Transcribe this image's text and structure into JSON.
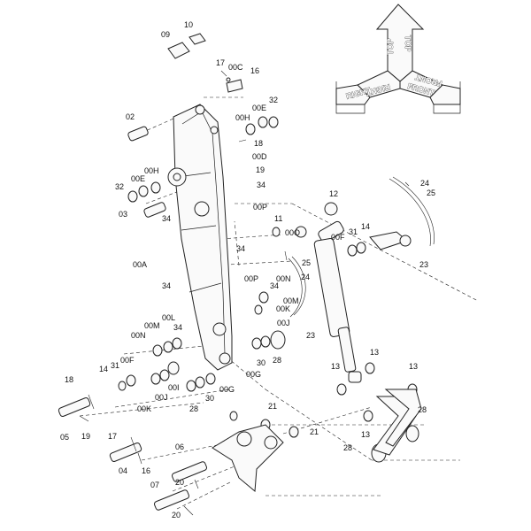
{
  "orientation": {
    "top_left": "TOP",
    "top_right": "TOP",
    "right_left": "RIGHT",
    "right_mirror": "RIGHT",
    "front": "FRONT",
    "front_mirror": "FRONT"
  },
  "callouts": [
    {
      "id": "c-10",
      "text": "10"
    },
    {
      "id": "c-09",
      "text": "09"
    },
    {
      "id": "c-17a",
      "text": "17"
    },
    {
      "id": "c-00C",
      "text": "00C"
    },
    {
      "id": "c-16a",
      "text": "16"
    },
    {
      "id": "c-32a",
      "text": "32"
    },
    {
      "id": "c-00E-a",
      "text": "00E"
    },
    {
      "id": "c-00H-a",
      "text": "00H"
    },
    {
      "id": "c-02",
      "text": "02"
    },
    {
      "id": "c-18a",
      "text": "18"
    },
    {
      "id": "c-00D",
      "text": "00D"
    },
    {
      "id": "c-19a",
      "text": "19"
    },
    {
      "id": "c-34a",
      "text": "34"
    },
    {
      "id": "c-00H-b",
      "text": "00H"
    },
    {
      "id": "c-00E-b",
      "text": "00E"
    },
    {
      "id": "c-32b",
      "text": "32"
    },
    {
      "id": "c-03",
      "text": "03"
    },
    {
      "id": "c-34b",
      "text": "34"
    },
    {
      "id": "c-00P-a",
      "text": "00P"
    },
    {
      "id": "c-12",
      "text": "12"
    },
    {
      "id": "c-11",
      "text": "11"
    },
    {
      "id": "c-00O",
      "text": "00O"
    },
    {
      "id": "c-00F-a",
      "text": "00F"
    },
    {
      "id": "c-31a",
      "text": "31"
    },
    {
      "id": "c-14a",
      "text": "14"
    },
    {
      "id": "c-24a",
      "text": "24"
    },
    {
      "id": "c-25a",
      "text": "25"
    },
    {
      "id": "c-23a",
      "text": "23"
    },
    {
      "id": "c-34c",
      "text": "34"
    },
    {
      "id": "c-24b",
      "text": "24"
    },
    {
      "id": "c-25b",
      "text": "25"
    },
    {
      "id": "c-00A",
      "text": "00A"
    },
    {
      "id": "c-00P-b",
      "text": "00P"
    },
    {
      "id": "c-00N-a",
      "text": "00N"
    },
    {
      "id": "c-34d",
      "text": "34"
    },
    {
      "id": "c-34e",
      "text": "34"
    },
    {
      "id": "c-00M-a",
      "text": "00M"
    },
    {
      "id": "c-00K-a",
      "text": "00K"
    },
    {
      "id": "c-00J-a",
      "text": "00J"
    },
    {
      "id": "c-00L",
      "text": "00L"
    },
    {
      "id": "c-34f",
      "text": "34"
    },
    {
      "id": "c-00M-b",
      "text": "00M"
    },
    {
      "id": "c-00N-b",
      "text": "00N"
    },
    {
      "id": "c-23b",
      "text": "23"
    },
    {
      "id": "c-30a",
      "text": "30"
    },
    {
      "id": "c-28a",
      "text": "28"
    },
    {
      "id": "c-00G-a",
      "text": "00G"
    },
    {
      "id": "c-13a",
      "text": "13"
    },
    {
      "id": "c-13b",
      "text": "13"
    },
    {
      "id": "c-13c",
      "text": "13"
    },
    {
      "id": "c-14b",
      "text": "14"
    },
    {
      "id": "c-31b",
      "text": "31"
    },
    {
      "id": "c-00F-b",
      "text": "00F"
    },
    {
      "id": "c-00I",
      "text": "00I"
    },
    {
      "id": "c-00J-b",
      "text": "00J"
    },
    {
      "id": "c-00K-b",
      "text": "00K"
    },
    {
      "id": "c-18b",
      "text": "18"
    },
    {
      "id": "c-19b",
      "text": "19"
    },
    {
      "id": "c-05",
      "text": "05"
    },
    {
      "id": "c-28b",
      "text": "28"
    },
    {
      "id": "c-30b",
      "text": "30"
    },
    {
      "id": "c-00G-b",
      "text": "00G"
    },
    {
      "id": "c-21a",
      "text": "21"
    },
    {
      "id": "c-21b",
      "text": "21"
    },
    {
      "id": "c-13d",
      "text": "13"
    },
    {
      "id": "c-28c",
      "text": "28"
    },
    {
      "id": "c-28d",
      "text": "28"
    },
    {
      "id": "c-17b",
      "text": "17"
    },
    {
      "id": "c-04",
      "text": "04"
    },
    {
      "id": "c-16b",
      "text": "16"
    },
    {
      "id": "c-06",
      "text": "06"
    },
    {
      "id": "c-20a",
      "text": "20"
    },
    {
      "id": "c-07",
      "text": "07"
    },
    {
      "id": "c-20b",
      "text": "20"
    }
  ]
}
